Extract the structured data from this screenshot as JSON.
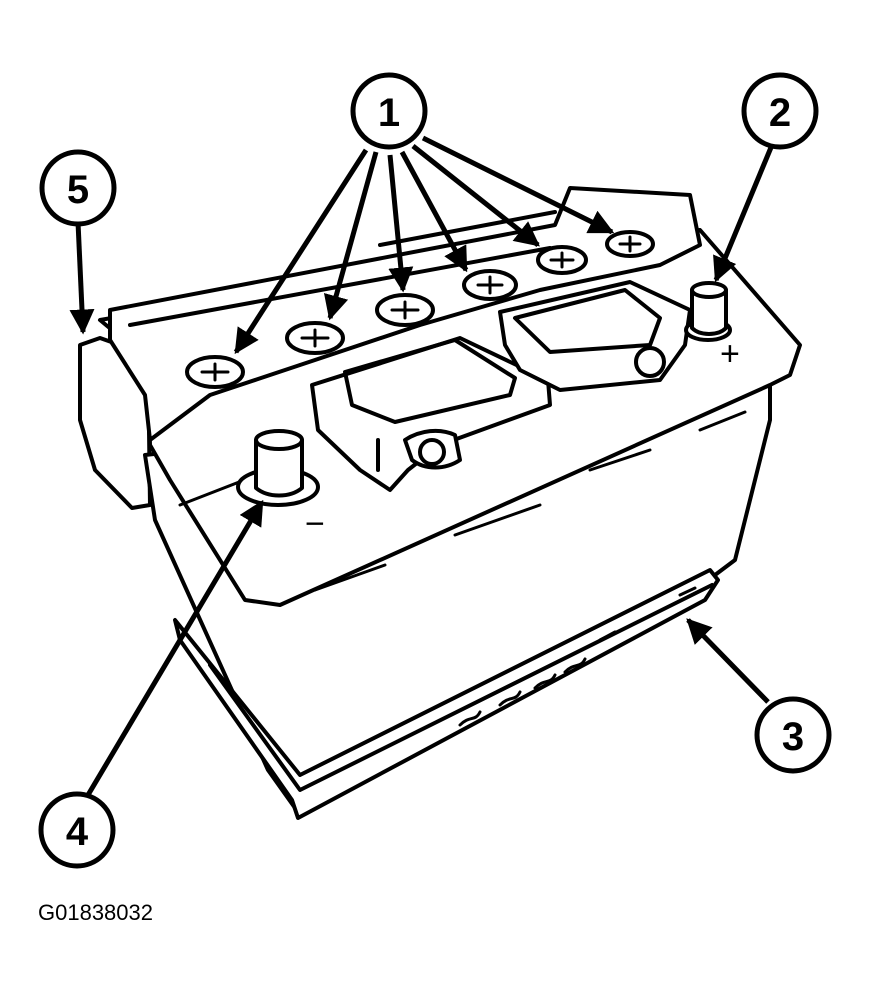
{
  "figure_id": "G01838032",
  "terminal_symbols": {
    "positive": "+",
    "negative": "−"
  },
  "callouts": [
    {
      "label": "1"
    },
    {
      "label": "2"
    },
    {
      "label": "3"
    },
    {
      "label": "4"
    },
    {
      "label": "5"
    }
  ]
}
